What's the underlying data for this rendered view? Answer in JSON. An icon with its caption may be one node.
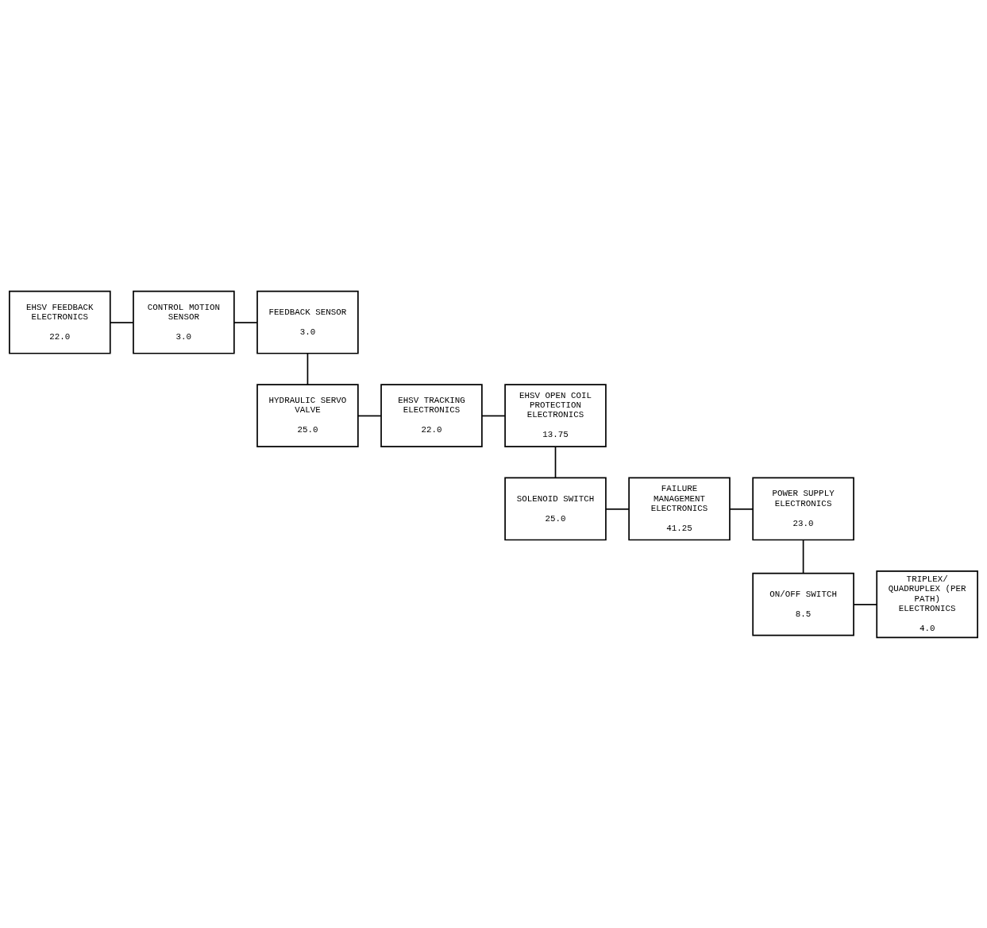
{
  "diagram": {
    "nodes": [
      {
        "text": [
          "EHSV FEEDBACK ELECTRONICS",
          "22.0"
        ]
      },
      {
        "text": [
          "CONTROL MOTION SENSOR",
          "3.0"
        ]
      },
      {
        "text": [
          "FEEDBACK SENSOR",
          "3.0"
        ]
      },
      {
        "text": [
          "HYDRAULIC SERVO VALVE",
          "25.0"
        ]
      },
      {
        "text": [
          "EHSV TRACKING ELECTRONICS",
          "22.0"
        ]
      },
      {
        "text": [
          "EHSV OPEN COIL PROTECTION ELECTRONICS",
          "13.75"
        ]
      },
      {
        "text": [
          "SOLENOID SWITCH",
          "25.0"
        ]
      },
      {
        "text": [
          "FAILURE MANAGEMENT ELECTRONICS",
          "41.25"
        ]
      },
      {
        "text": [
          "POWER SUPPLY ELECTRONICS",
          "23.0"
        ]
      },
      {
        "text": [
          "ON/OFF SWITCH",
          "8.5"
        ]
      },
      {
        "text": [
          "TRIPLEX/ QUADRUPLEX (PER PATH) ELECTRONICS",
          "4.0"
        ]
      }
    ],
    "edges": [
      {
        "from": 0,
        "to": 1,
        "arrow": "none"
      },
      {
        "from": 1,
        "to": 2,
        "arrow": "none"
      },
      {
        "from": 2,
        "to": 3,
        "arrow": "none"
      },
      {
        "from": 3,
        "to": 4,
        "arrow": "none"
      },
      {
        "from": 4,
        "to": 5,
        "arrow": "none"
      },
      {
        "from": 5,
        "to": 6,
        "arrow": "none"
      },
      {
        "from": 6,
        "to": 7,
        "arrow": "none"
      },
      {
        "from": 7,
        "to": 8,
        "arrow": "none"
      },
      {
        "from": 8,
        "to": 9,
        "arrow": "none"
      },
      {
        "from": 9,
        "to": 10,
        "arrow": "none"
      }
    ]
  }
}
